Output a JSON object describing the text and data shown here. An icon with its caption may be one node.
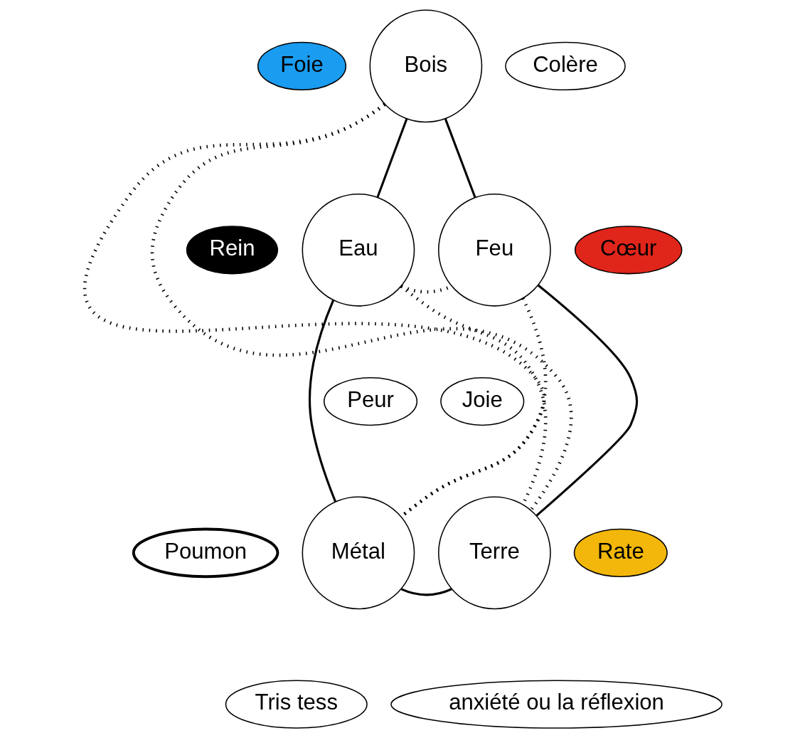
{
  "diagram": {
    "nodes": [
      {
        "text": [
          "Foie"
        ]
      },
      {
        "text": [
          "Colère"
        ]
      },
      {
        "text": [
          "Bois"
        ]
      },
      {
        "text": [
          "Rein"
        ]
      },
      {
        "text": [
          "Eau"
        ]
      },
      {
        "text": [
          "Feu"
        ]
      },
      {
        "text": [
          "Cœur"
        ]
      },
      {
        "text": [
          "Peur"
        ]
      },
      {
        "text": [
          "Joie"
        ]
      },
      {
        "text": [
          "Poumon"
        ]
      },
      {
        "text": [
          "Métal"
        ]
      },
      {
        "text": [
          "Terre"
        ]
      },
      {
        "text": [
          "Rate"
        ]
      },
      {
        "text": [
          "Tris tess"
        ]
      },
      {
        "text": [
          "anxiété ou la réflexion"
        ]
      }
    ],
    "edges": [
      {
        "from": 2,
        "to": 5,
        "arrow": "none"
      },
      {
        "from": 5,
        "to": 11,
        "arrow": "none"
      },
      {
        "from": 10,
        "to": 11,
        "arrow": "none"
      },
      {
        "from": 4,
        "to": 10,
        "arrow": "none"
      },
      {
        "from": 2,
        "to": 4,
        "arrow": "none"
      },
      {
        "from": 2,
        "to": 10,
        "arrow": "none",
        "style": "dashed"
      },
      {
        "from": 2,
        "to": 11,
        "arrow": "none",
        "style": "dashed"
      },
      {
        "from": 4,
        "to": 5,
        "arrow": "none",
        "style": "dashed"
      },
      {
        "from": 4,
        "to": 11,
        "arrow": "none",
        "style": "dashed"
      },
      {
        "from": 5,
        "to": 10,
        "arrow": "none",
        "style": "dashed"
      }
    ]
  }
}
